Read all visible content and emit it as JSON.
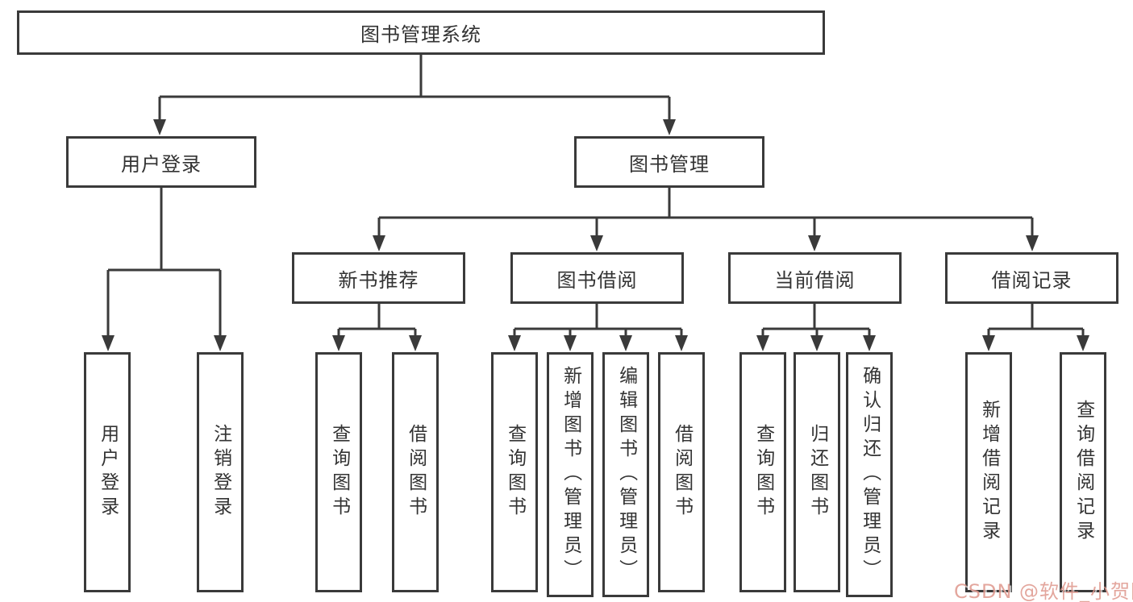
{
  "diagram": {
    "title": "图书管理系统",
    "root": {
      "label": "图书管理系统"
    },
    "level2": [
      {
        "label": "用户登录"
      },
      {
        "label": "图书管理"
      }
    ],
    "level3": [
      {
        "label": "新书推荐"
      },
      {
        "label": "图书借阅"
      },
      {
        "label": "当前借阅"
      },
      {
        "label": "借阅记录"
      }
    ],
    "leaves": {
      "user_login": [
        "用户登录",
        "注销登录"
      ],
      "new_book": [
        "查询图书",
        "借阅图书"
      ],
      "book_borrow": [
        "查询图书",
        "新增图书（管理员）",
        "编辑图书（管理员）",
        "借阅图书"
      ],
      "current_borrow": [
        "查询图书",
        "归还图书",
        "确认归还（管理员）"
      ],
      "borrow_record": [
        "新增借阅记录",
        "查询借阅记录"
      ]
    },
    "colors": {
      "line": "#3a3a3a",
      "text": "#333333",
      "background": "#ffffff",
      "watermark": "#de968c"
    }
  },
  "watermark": {
    "text": "CSDN @软件_小贺同学"
  }
}
